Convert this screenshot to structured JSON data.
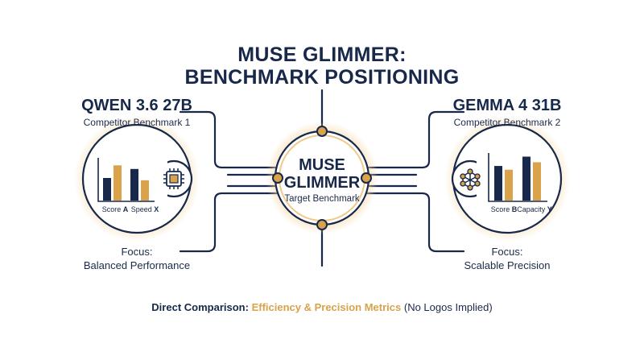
{
  "title": {
    "line1": "MUSE GLIMMER:",
    "line2": "BENCHMARK POSITIONING"
  },
  "left": {
    "name": "QWEN 3.6 27B",
    "subtitle": "Competitor Benchmark 1",
    "bar_labels": {
      "first_word": "Score",
      "first_letter": "A",
      "second_word": "Speed",
      "second_letter": "X"
    },
    "focus_label": "Focus:",
    "focus_value": "Balanced Performance",
    "icon": "chip-icon"
  },
  "center": {
    "line1": "MUSE",
    "line2": "GLIMMER",
    "subtitle": "Target Benchmark"
  },
  "right": {
    "name": "GEMMA 4 31B",
    "subtitle": "Competitor Benchmark 2",
    "bar_labels": {
      "first_word": "Score",
      "first_letter": "B",
      "second_word": "Capacity",
      "second_letter": "Y"
    },
    "focus_label": "Focus:",
    "focus_value": "Scalable Precision",
    "icon": "network-icon"
  },
  "footer": {
    "lead": "Direct Comparison:",
    "highlight": "Efficiency & Precision Metrics",
    "note": "(No Logos Implied)"
  },
  "colors": {
    "navy": "#17284a",
    "gold": "#d9a24b",
    "glow": "#f6d9a8"
  },
  "chart_data": [
    {
      "type": "bar",
      "categories": [
        "Score A",
        "Speed X"
      ],
      "series": [
        {
          "values": [
            0.5,
            0.7
          ]
        },
        {
          "values": [
            0.78,
            0.45
          ]
        }
      ],
      "ylim": [
        0,
        1
      ]
    },
    {
      "type": "bar",
      "categories": [
        "Score B",
        "Capacity Y"
      ],
      "series": [
        {
          "values": [
            0.74,
            0.94
          ]
        },
        {
          "values": [
            0.66,
            0.82
          ]
        }
      ],
      "ylim": [
        0,
        1
      ]
    }
  ]
}
